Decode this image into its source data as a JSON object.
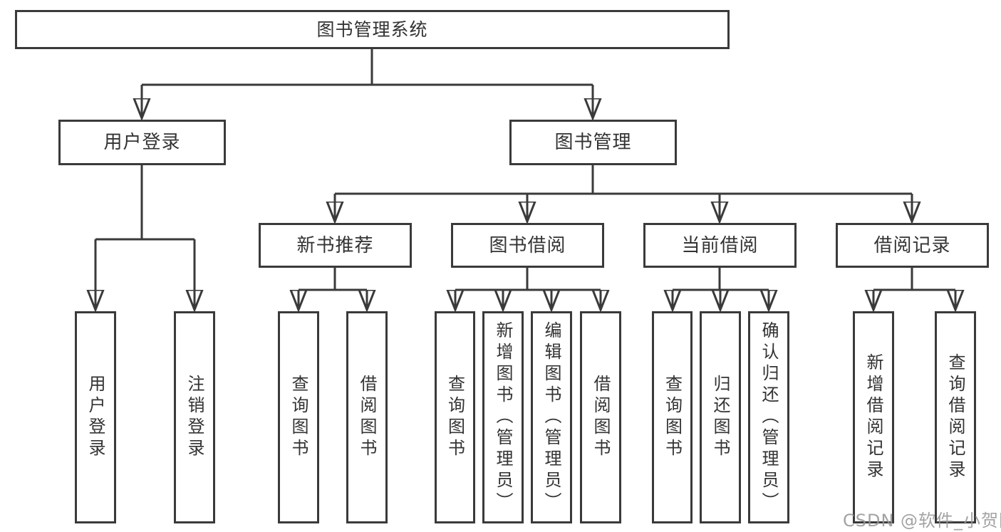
{
  "diagram": {
    "tree": {
      "label": "图书管理系统",
      "children": [
        {
          "label": "用户登录",
          "children": [
            {
              "label": "用户登录"
            },
            {
              "label": "注销登录"
            }
          ]
        },
        {
          "label": "图书管理",
          "children": [
            {
              "label": "新书推荐",
              "children": [
                {
                  "label": "查询图书"
                },
                {
                  "label": "借阅图书"
                }
              ]
            },
            {
              "label": "图书借阅",
              "children": [
                {
                  "label": "查询图书"
                },
                {
                  "label": "新增图书（管理员）"
                },
                {
                  "label": "编辑图书（管理员）"
                },
                {
                  "label": "借阅图书"
                }
              ]
            },
            {
              "label": "当前借阅",
              "children": [
                {
                  "label": "查询图书"
                },
                {
                  "label": "归还图书"
                },
                {
                  "label": "确认归还（管理员）"
                }
              ]
            },
            {
              "label": "借阅记录",
              "children": [
                {
                  "label": "新增借阅记录"
                },
                {
                  "label": "查询借阅记录"
                }
              ]
            }
          ]
        }
      ]
    },
    "line_color": "#3a3a3a",
    "text_color": "#333333",
    "background_color": "#ffffff"
  },
  "watermark": {
    "text": "CSDN @软件_小贺同学"
  }
}
